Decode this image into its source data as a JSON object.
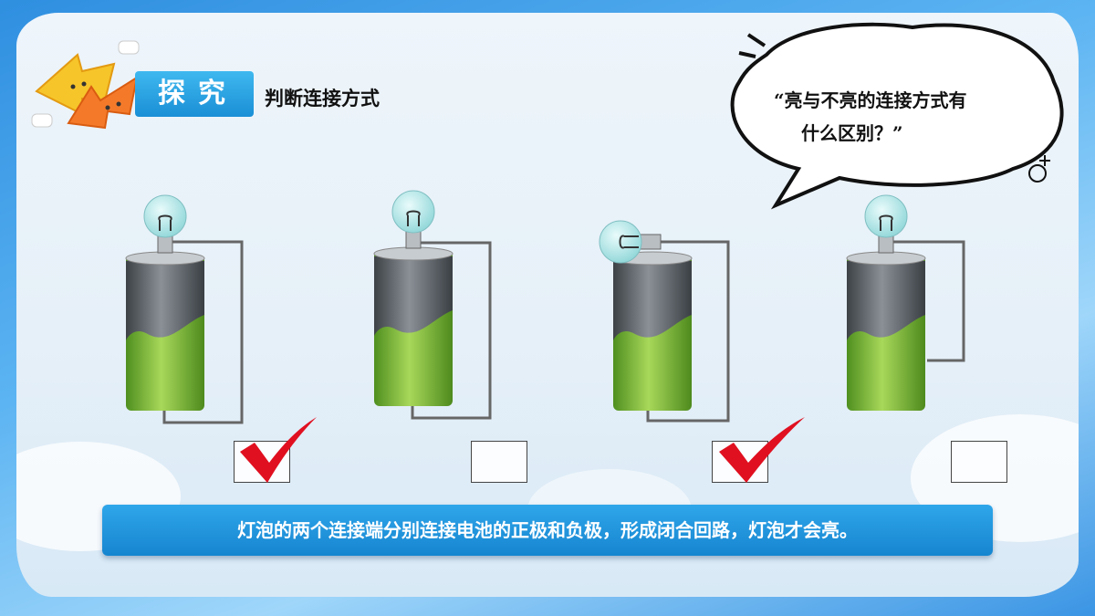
{
  "header": {
    "badge_label": "探究",
    "subtitle": "判断连接方式"
  },
  "speech_bubble": {
    "line1": "“亮与不亮的连接方式有",
    "line2": "什么区别？”"
  },
  "circuits": [
    {
      "id": 1,
      "checked": true
    },
    {
      "id": 2,
      "checked": false
    },
    {
      "id": 3,
      "checked": true
    },
    {
      "id": 4,
      "checked": false
    }
  ],
  "conclusion": "灯泡的两个连接端分别连接电池的正极和负极，形成闭合回路，灯泡才会亮。",
  "colors": {
    "accent_blue": "#1a8fd6",
    "check_red": "#e01020",
    "battery_green": "#7bb83a",
    "battery_gray": "#555c63"
  }
}
